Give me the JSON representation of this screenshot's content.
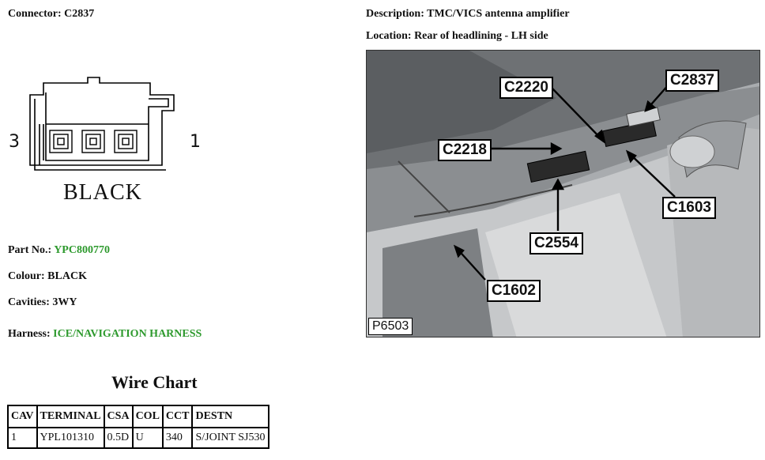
{
  "connector": {
    "label": "Connector:",
    "value": "C2837"
  },
  "description": {
    "label": "Description:",
    "value": "TMC/VICS antenna amplifier"
  },
  "location": {
    "label": "Location:",
    "value": "Rear of headlining - LH side"
  },
  "diagram": {
    "pin_left": "3",
    "pin_right": "1",
    "color_text": "BLACK"
  },
  "details": {
    "part_label": "Part No.:",
    "part_value": "YPC800770",
    "colour_label": "Colour:",
    "colour_value": "BLACK",
    "cavities_label": "Cavities:",
    "cavities_value": "3WY",
    "harness_label": "Harness:",
    "harness_value": "ICE/NAVIGATION HARNESS"
  },
  "wire_chart": {
    "title": "Wire Chart",
    "headers": [
      "CAV",
      "TERMINAL",
      "CSA",
      "COL",
      "CCT",
      "DESTN"
    ],
    "rows": [
      [
        "1",
        "YPL101310",
        "0.5D",
        "U",
        "340",
        "S/JOINT SJ530"
      ]
    ]
  },
  "photo": {
    "callouts": [
      "C2220",
      "C2837",
      "C2218",
      "C1603",
      "C2554",
      "C1602"
    ],
    "reference": "P6503"
  },
  "colors": {
    "highlight_green": "#2e9a2e"
  }
}
